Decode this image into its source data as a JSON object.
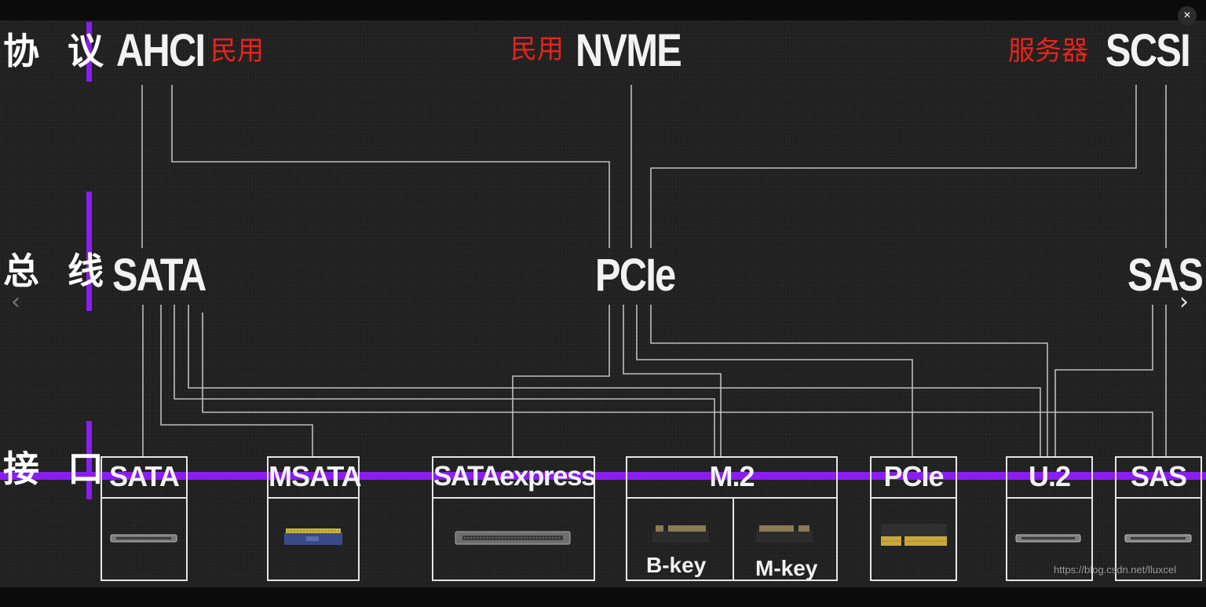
{
  "rows": {
    "protocol": "协 议",
    "bus": "总 线",
    "interface": "接 口"
  },
  "protocols": {
    "ahci": {
      "name": "AHCI",
      "tag": "民用"
    },
    "nvme": {
      "name": "NVME",
      "tag": "民用"
    },
    "scsi": {
      "name": "SCSI",
      "tag": "服务器"
    }
  },
  "buses": {
    "sata": "SATA",
    "pcie": "PCIe",
    "sas": "SAS"
  },
  "interfaces": {
    "sata": "SATA",
    "msata": "MSATA",
    "sataexpress": "SATAexpress",
    "m2": {
      "label": "M.2",
      "bkey": "B-key",
      "mkey": "M-key"
    },
    "pcie": "PCIe",
    "u2": "U.2",
    "sas": "SAS"
  },
  "controls": {
    "close": "×",
    "prev": "‹",
    "next": "›"
  },
  "watermark": "https://blog.csdn.net/lluxcel",
  "colors": {
    "accent_bar": "#8a1df0",
    "tag_red": "#e8231b",
    "wire": "#bdbdbd",
    "text": "#f2f2f2"
  }
}
